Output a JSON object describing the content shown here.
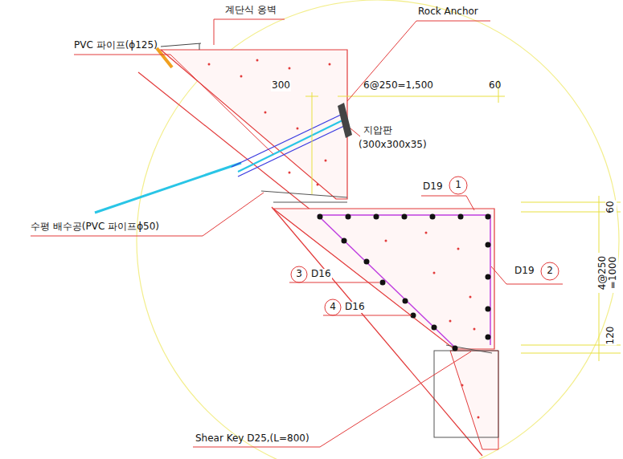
{
  "diagram": {
    "labels": [
      "계단식 옹벽",
      "Rock Anchor",
      "PVC 파이프(ϕ125)",
      "300",
      "6@250=1,500",
      "60",
      "지압판",
      "(300x300x35)",
      "D19",
      "1",
      "수평 배수공(PVC 파이프ϕ50)",
      "3",
      "D16",
      "4",
      "D16",
      "D19",
      "2",
      "60",
      "4@250 =1000",
      "120",
      "Shear Key D25,(L=800)"
    ]
  }
}
